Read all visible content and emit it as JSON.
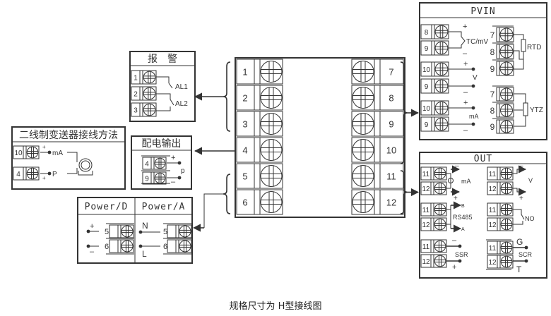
{
  "colors": {
    "line": "#333333",
    "background": "#ffffff"
  },
  "caption": "规格尺寸为 H型接线图",
  "main_terminal_block": {
    "left_terminals": [
      "1",
      "2",
      "3",
      "4",
      "5",
      "6"
    ],
    "right_terminals": [
      "7",
      "8",
      "9",
      "10",
      "11",
      "12"
    ]
  },
  "alarm_panel": {
    "title": "报　警",
    "terminals": [
      "1",
      "2",
      "3"
    ],
    "labels": [
      "AL1",
      "AL2"
    ]
  },
  "two_wire_panel": {
    "title": "二线制变送器接线方法",
    "terminals": [
      "10",
      "4"
    ],
    "labels": [
      "mA",
      "P"
    ],
    "signs": [
      "+",
      "+"
    ]
  },
  "power_supply_panel": {
    "title": "配电输出",
    "terminals": [
      "4",
      "9"
    ],
    "label": "p",
    "signs": [
      "+",
      "–"
    ]
  },
  "power_panel": {
    "dc": {
      "title": "Power/D",
      "terminals": [
        "5",
        "6"
      ],
      "signs": [
        "+",
        "–"
      ]
    },
    "ac": {
      "title": "Power/A",
      "terminals": [
        "5",
        "6"
      ],
      "labels": [
        "N",
        "L"
      ]
    }
  },
  "pvin_panel": {
    "title": "PVIN",
    "tc": {
      "terminals": [
        "8",
        "9"
      ],
      "label": "TC/mV",
      "signs": [
        "+",
        "–"
      ]
    },
    "v": {
      "terminals": [
        "10",
        "9"
      ],
      "label": "V",
      "signs": [
        "+",
        "–"
      ]
    },
    "ma": {
      "terminals": [
        "10",
        "9"
      ],
      "label": "mA",
      "signs": [
        "+",
        "–"
      ]
    },
    "rtd": {
      "terminals": [
        "7",
        "8",
        "9"
      ],
      "label": "RTD"
    },
    "ytz": {
      "terminals": [
        "7",
        "8",
        "9"
      ],
      "label": "YTZ"
    }
  },
  "out_panel": {
    "title": "OUT",
    "ma": {
      "terminals": [
        "11",
        "12"
      ],
      "label": "mA",
      "signs": [
        "–",
        "+"
      ]
    },
    "v": {
      "terminals": [
        "11",
        "12"
      ],
      "label": "V",
      "signs": [
        "–",
        "+"
      ]
    },
    "rs485": {
      "terminals": [
        "11",
        "12"
      ],
      "label": "RS485",
      "pins": [
        "B",
        "A"
      ]
    },
    "no": {
      "terminals": [
        "11",
        "12"
      ],
      "label": "NO"
    },
    "ssr": {
      "terminals": [
        "11",
        "12"
      ],
      "label": "SSR",
      "signs": [
        "–",
        "+"
      ]
    },
    "scr": {
      "terminals": [
        "11",
        "12"
      ],
      "label": "SCR",
      "pins": [
        "G",
        "T"
      ]
    }
  }
}
